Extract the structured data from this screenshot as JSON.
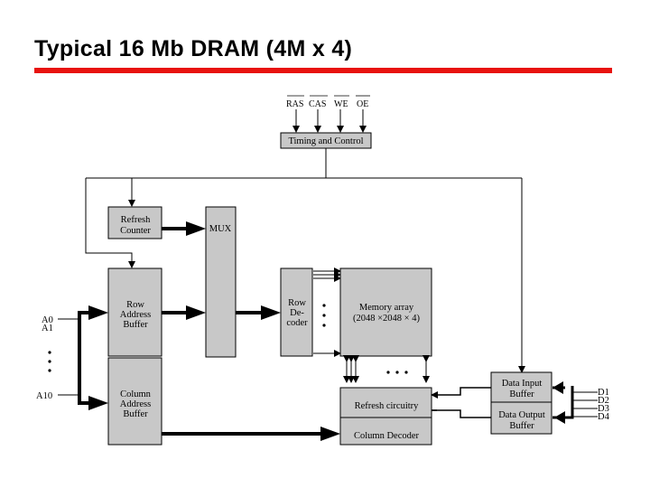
{
  "page": {
    "title": "Typical 16 Mb DRAM (4M x 4)"
  },
  "colors": {
    "accent_rule": "#e8130f",
    "block_fill": "#c8c8c8"
  },
  "signals": {
    "ras": "RAS",
    "cas": "CAS",
    "we": "WE",
    "oe": "OE"
  },
  "blocks": {
    "timing": "Timing and Control",
    "refresh_counter": [
      "Refresh",
      "Counter"
    ],
    "mux": "MUX",
    "row_address_buffer": [
      "Row",
      "Address",
      "Buffer"
    ],
    "column_address_buffer": [
      "Column",
      "Address",
      "Buffer"
    ],
    "row_decoder": [
      "Row",
      "De-",
      "coder"
    ],
    "memory_array": [
      "Memory array",
      "(2048 ×2048 × 4)"
    ],
    "refresh_circuitry": "Refresh circuitry",
    "column_decoder": "Column Decoder",
    "data_input_buffer": [
      "Data Input",
      "Buffer"
    ],
    "data_output_buffer": [
      "Data Output",
      "Buffer"
    ]
  },
  "pins": {
    "address": [
      "A0",
      "A1",
      "A10"
    ],
    "data": [
      "D1",
      "D2",
      "D3",
      "D4"
    ]
  }
}
